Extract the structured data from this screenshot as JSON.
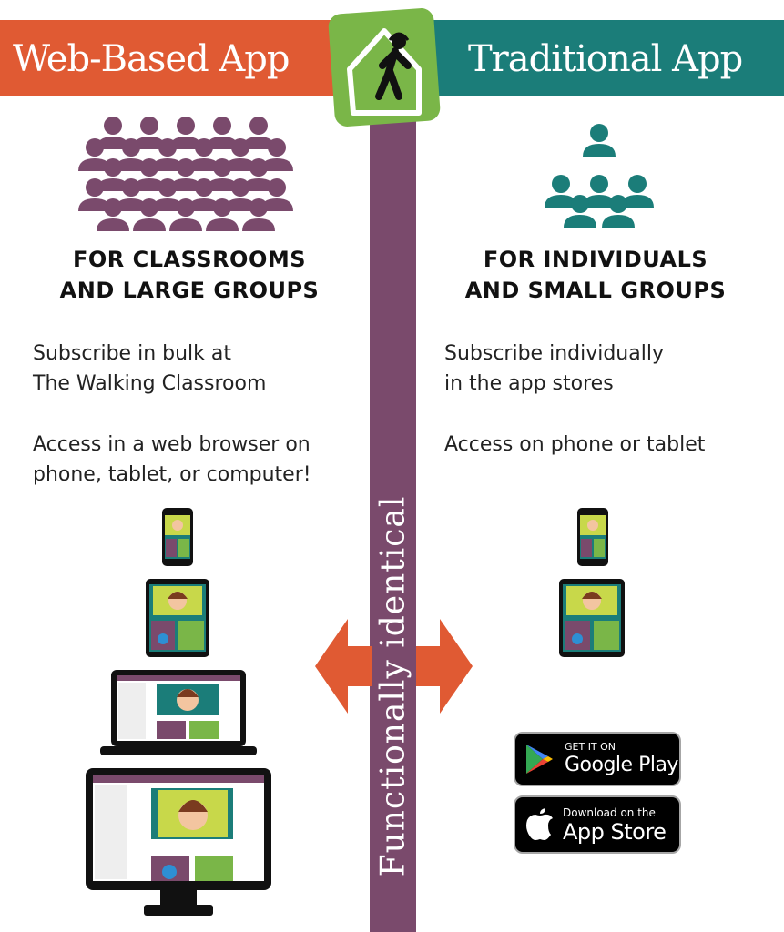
{
  "header": {
    "left_title": "Web-Based App",
    "right_title": "Traditional App"
  },
  "divider_label": "Functionally identical",
  "left": {
    "heading_line1": "FOR CLASSROOMS",
    "heading_line2": "AND LARGE GROUPS",
    "p1_line1": "Subscribe in bulk at",
    "p1_line2": "The Walking Classroom",
    "p2_line1": "Access in a web browser on",
    "p2_line2": "phone, tablet, or computer!"
  },
  "right": {
    "heading_line1": "FOR INDIVIDUALS",
    "heading_line2": "AND SMALL GROUPS",
    "p1_line1": "Subscribe individually",
    "p1_line2": "in the app stores",
    "p2_line1": "Access on phone or tablet"
  },
  "stores": {
    "google_small": "GET IT ON",
    "google_big": "Google Play",
    "apple_small": "Download on the",
    "apple_big": "App Store"
  },
  "colors": {
    "orange": "#e05a33",
    "teal": "#1b7d79",
    "plum": "#7a4a6c",
    "green": "#7ab648"
  }
}
